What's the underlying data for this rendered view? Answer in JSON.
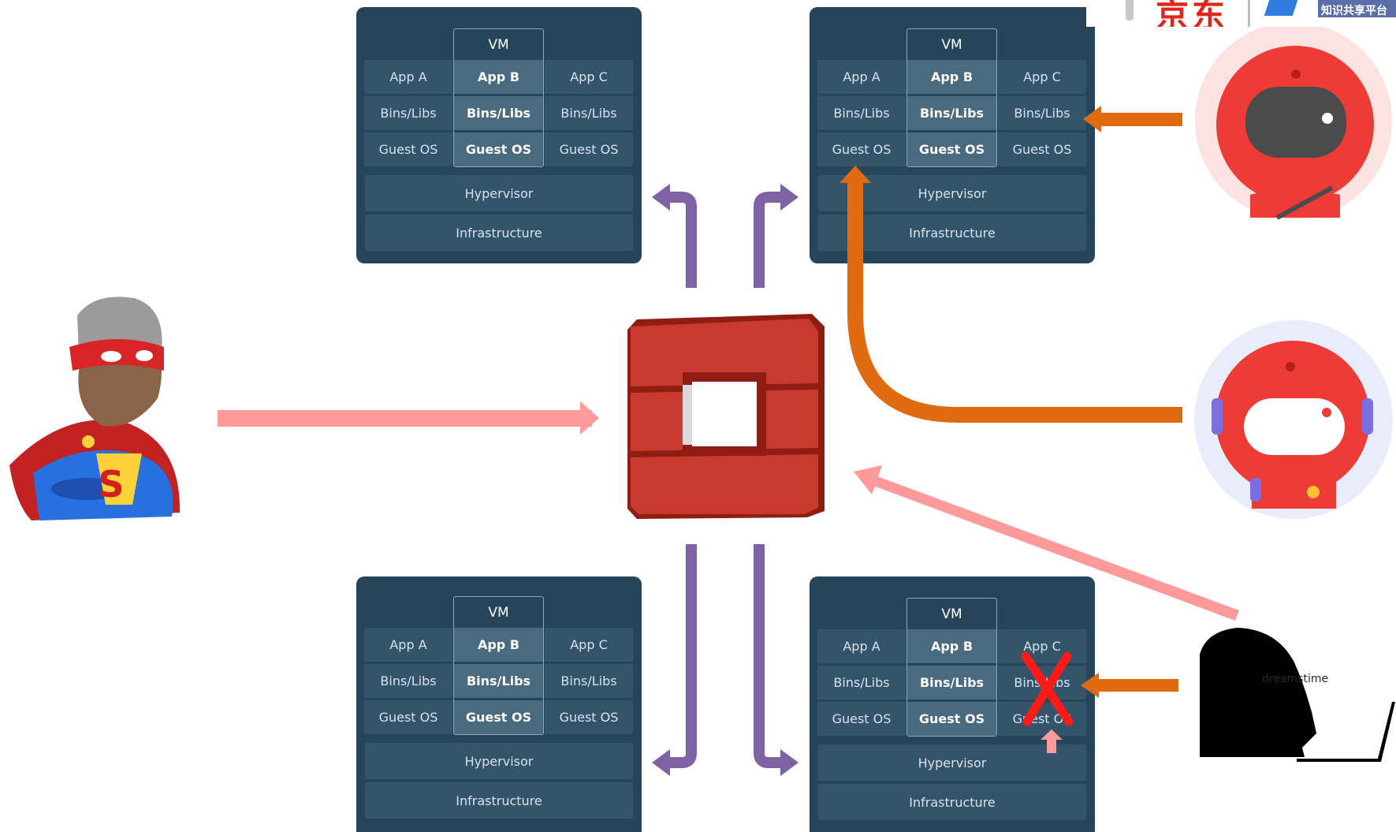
{
  "vm_stacks": [
    {
      "vm_label": "VM",
      "apps": [
        "App A",
        "App B",
        "App C"
      ],
      "bins": [
        "Bins/Libs",
        "Bins/Libs",
        "Bins/Libs"
      ],
      "guest": [
        "Guest OS",
        "Guest OS",
        "Guest OS"
      ],
      "hypervisor": "Hypervisor",
      "infrastructure": "Infrastructure"
    },
    {
      "vm_label": "VM",
      "apps": [
        "App A",
        "App B",
        "App C"
      ],
      "bins": [
        "Bins/Libs",
        "Bins/Libs",
        "Bins/Libs"
      ],
      "guest": [
        "Guest OS",
        "Guest OS",
        "Guest OS"
      ],
      "hypervisor": "Hypervisor",
      "infrastructure": "Infrastructure"
    },
    {
      "vm_label": "VM",
      "apps": [
        "App A",
        "App B",
        "App C"
      ],
      "bins": [
        "Bins/Libs",
        "Bins/Libs",
        "Bins/Libs"
      ],
      "guest": [
        "Guest OS",
        "Guest OS",
        "Guest OS"
      ],
      "hypervisor": "Hypervisor",
      "infrastructure": "Infrastructure"
    },
    {
      "vm_label": "VM",
      "apps": [
        "App A",
        "App B",
        "App C"
      ],
      "bins": [
        "Bins/Libs",
        "Bins/Libs",
        "Bins/Libs"
      ],
      "guest": [
        "Guest OS",
        "Guest OS",
        "Guest OS"
      ],
      "hypervisor": "Hypervisor",
      "infrastructure": "Infrastructure"
    }
  ],
  "watermark": {
    "brand": "京东",
    "subtitle": "知识共享平台",
    "photo_mark": "dreamstime"
  },
  "colors": {
    "panel": "#26455a",
    "cell": "#33546b",
    "cell_highlight": "#4a6a80",
    "purple_arrow": "#7f62a3",
    "orange_arrow": "#e06a10",
    "pink_arrow": "#ff9a9a",
    "openstack_red": "#c93a2e",
    "robot_red": "#ee3b36",
    "failure_x": "#ff1a1a"
  },
  "icons": [
    "superhero-avatar-icon",
    "openstack-logo-icon",
    "jd-robot-sad-icon",
    "jd-robot-happy-icon",
    "stressed-person-laptop-icon",
    "failure-x-icon"
  ]
}
